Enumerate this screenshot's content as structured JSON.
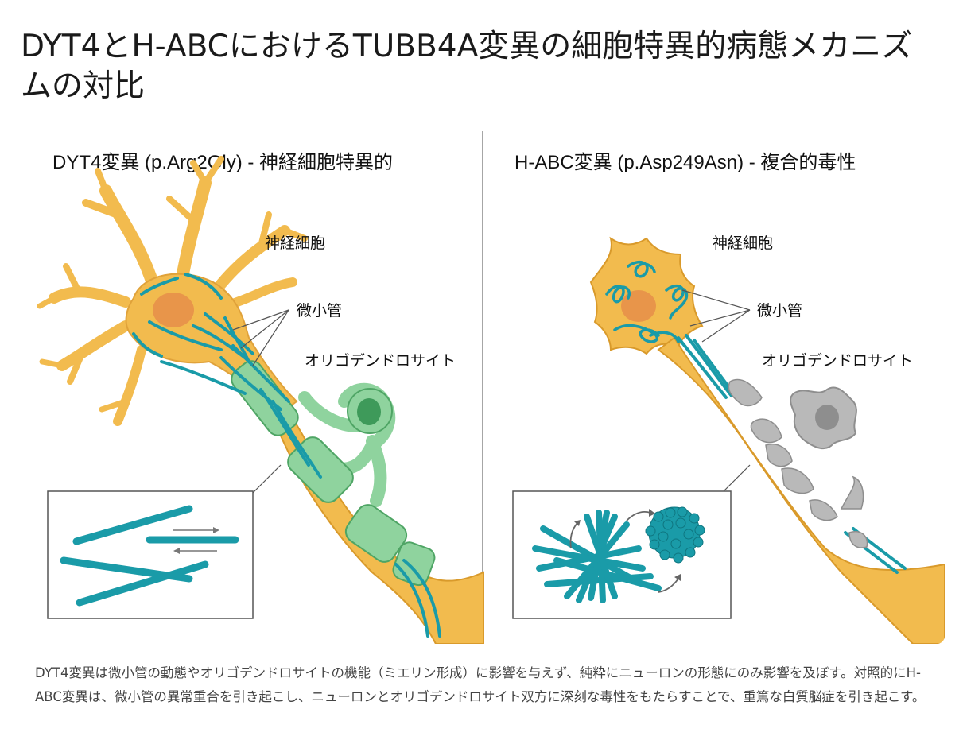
{
  "page": {
    "title": "DYT4とH-ABCにおけるTUBB4A変異の細胞特異的病態メカニズムの対比",
    "caption": "DYT4変異は微小管の動態やオリゴデンドロサイトの機能（ミエリン形成）に影響を与えず、純粋にニューロンの形態にのみ影響を及ぼす。対照的にH-ABC変異は、微小管の異常重合を引き起こし、ニューロンとオリゴデンドロサイト双方に深刻な毒性をもたらすことで、重篤な白質脳症を引き起こす。"
  },
  "panels": {
    "left": {
      "heading": "DYT4変異 (p.Arg2Gly) - 神経細胞特異的",
      "label_neuron": "神経細胞",
      "label_microtubule": "微小管",
      "label_oligodendrocyte": "オリゴデンドロサイト"
    },
    "right": {
      "heading": "H-ABC変異 (p.Asp249Asn) - 複合的毒性",
      "label_neuron": "神経細胞",
      "label_microtubule": "微小管",
      "label_oligodendrocyte": "オリゴデンドロサイト"
    }
  },
  "colors": {
    "neuron_fill": "#F2BB4E",
    "neuron_stroke": "#D99A2B",
    "nucleus": "#E8954A",
    "microtubule": "#1A9BA8",
    "oligo_fill": "#8FD39E",
    "oligo_stroke": "#4FA565",
    "oligo_nucleus": "#3E9A5A",
    "damaged_glia_fill": "#B9B9B9",
    "damaged_glia_stroke": "#8E8E8E",
    "divider": "#888888",
    "arrow": "#777777"
  }
}
